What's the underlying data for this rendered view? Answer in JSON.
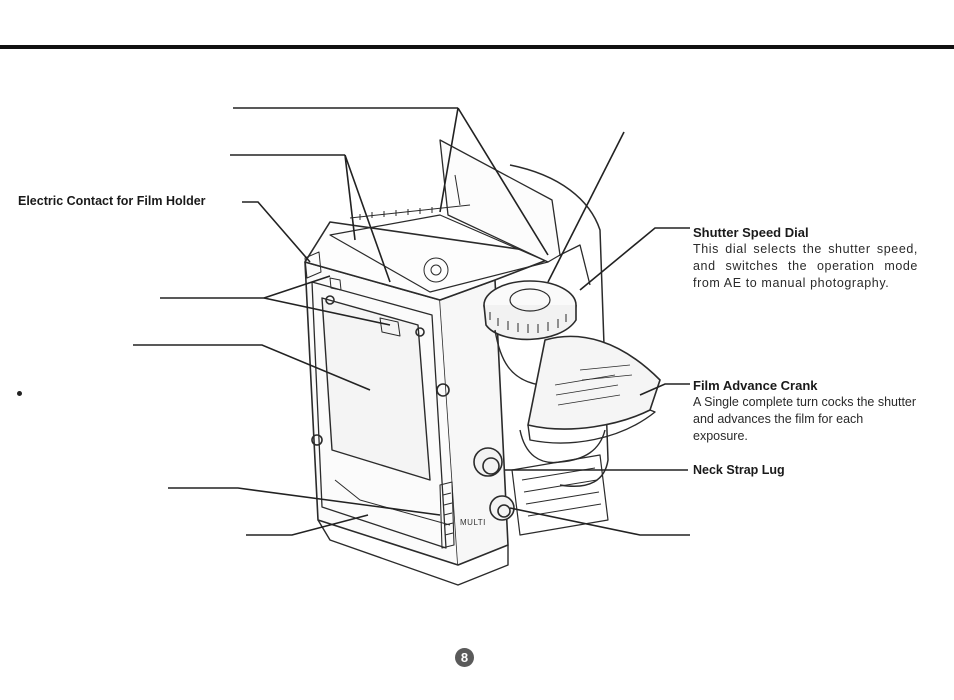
{
  "labels": {
    "electric_contact": "Electric Contact for Film Holder",
    "neck_strap": "Neck Strap Lug"
  },
  "callouts": {
    "shutter_speed": {
      "title": "Shutter Speed Dial",
      "desc": "This dial selects the shutter speed, and switches the operation mode from AE to manual photography."
    },
    "film_advance": {
      "title": "Film Advance Crank",
      "desc": "A Single complete turn cocks the shutter and advances the film for each exposure."
    }
  },
  "camera_markings": {
    "multi": "MULTI"
  },
  "page_number": "8"
}
